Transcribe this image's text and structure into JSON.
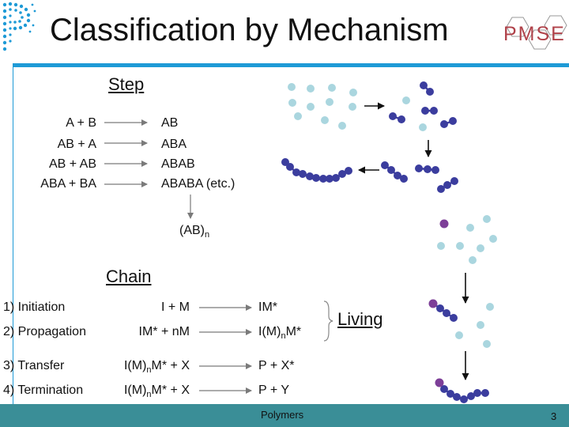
{
  "title": "Classification by Mechanism",
  "logo": {
    "text": "PMSE"
  },
  "step": {
    "heading": "Step",
    "reactions": [
      {
        "left": "A + B",
        "right": "AB"
      },
      {
        "left": "AB + A",
        "right": "ABA"
      },
      {
        "left": "AB + AB",
        "right": "ABAB"
      },
      {
        "left": "ABA + BA",
        "right": "ABABA (etc.)"
      }
    ],
    "product": "(AB)",
    "product_subscript": "n"
  },
  "chain": {
    "heading": "Chain",
    "rows": [
      {
        "label": "1) Initiation",
        "reactants": "I + M",
        "products": "IM*"
      },
      {
        "label": "2) Propagation",
        "reactants": "IM* + nM",
        "products": "I(M)",
        "products_sub": "n",
        "products_tail": "M*"
      },
      {
        "label": "3) Transfer",
        "reactants": "I(M)",
        "reactants_sub": "n",
        "reactants_tail": "M* + X",
        "products": "P + X*"
      },
      {
        "label": "4) Termination",
        "reactants": "I(M)",
        "reactants_sub": "n",
        "reactants_tail": "M* + X",
        "products": "P + Y"
      }
    ],
    "living_label": "Living"
  },
  "colors": {
    "accent": "#1e9ad6",
    "monomer_light": "#aad6df",
    "polymer_dark": "#3b3d9e",
    "initiator": "#7d3f98",
    "footer": "#3a8e97",
    "arrow": "#7a7a7a"
  },
  "footer": {
    "center": "Polymers",
    "page": "3"
  }
}
